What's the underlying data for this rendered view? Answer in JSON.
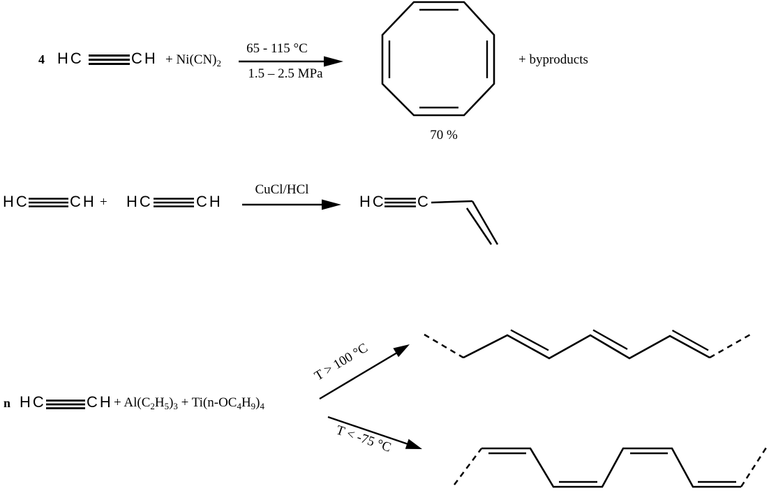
{
  "page": {
    "background": "#ffffff",
    "ink": "#000000"
  },
  "reaction1": {
    "coefficient": "4",
    "acetylene": {
      "left": "HC",
      "right": "CH"
    },
    "reagent": [
      {
        "t": "+ Ni(CN)"
      },
      {
        "s": "2"
      }
    ],
    "conditions_top": "65 - 115 °C",
    "conditions_bottom": "1.5 – 2.5 MPa",
    "yield": "70 %",
    "byproducts": "+ byproducts"
  },
  "reaction2": {
    "acetylene1": {
      "left": "HC",
      "right": "CH"
    },
    "plus": "+",
    "acetylene2": {
      "left": "HC",
      "right": "CH"
    },
    "catalyst": "CuCl/HCl",
    "product": {
      "left": "HC",
      "right": "C"
    }
  },
  "reaction3": {
    "coefficient": "n",
    "acetylene": {
      "left": "HC",
      "right": "CH"
    },
    "reagents": [
      {
        "t": "+ Al(C"
      },
      {
        "s": "2"
      },
      {
        "t": "H"
      },
      {
        "s": "5"
      },
      {
        "t": ")"
      },
      {
        "s": "3"
      },
      {
        "t": " + Ti(n-OC"
      },
      {
        "s": "4"
      },
      {
        "t": "H"
      },
      {
        "s": "9"
      },
      {
        "t": ")"
      },
      {
        "s": "4"
      }
    ],
    "branch_top_label": "T > 100 °C",
    "branch_bottom_label": "T < -75 °C"
  }
}
